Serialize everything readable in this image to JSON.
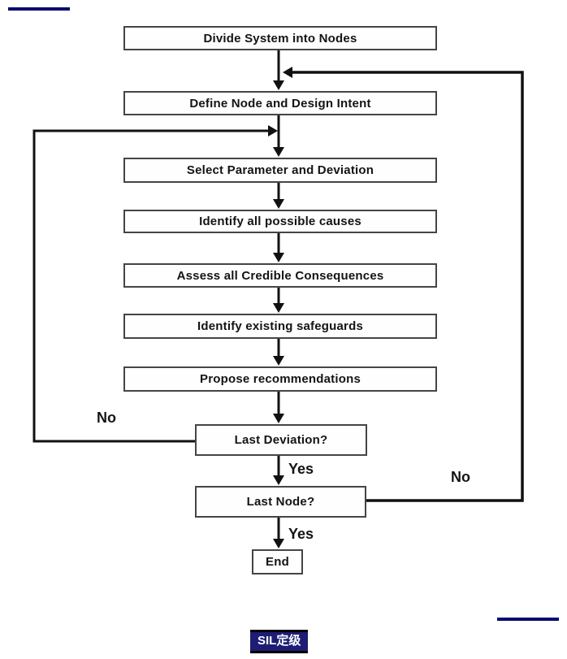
{
  "flowchart": {
    "boxes": [
      {
        "id": "divide-system",
        "label": "Divide System into Nodes"
      },
      {
        "id": "define-node",
        "label": "Define Node and Design Intent"
      },
      {
        "id": "select-parameter",
        "label": "Select Parameter and Deviation"
      },
      {
        "id": "identify-causes",
        "label": "Identify all possible causes"
      },
      {
        "id": "assess-consequences",
        "label": "Assess all Credible Consequences"
      },
      {
        "id": "identify-safeguards",
        "label": "Identify existing safeguards"
      },
      {
        "id": "propose-recommendations",
        "label": "Propose recommendations"
      },
      {
        "id": "last-deviation",
        "label": "Last Deviation?"
      },
      {
        "id": "last-node",
        "label": "Last Node?"
      },
      {
        "id": "end",
        "label": "End"
      }
    ],
    "edge_labels": {
      "no_last_deviation": "No",
      "yes_last_deviation": "Yes",
      "no_last_node": "No",
      "yes_last_node": "Yes"
    }
  },
  "footer": {
    "badge_label": "SIL定级"
  },
  "colors": {
    "line": "#111111",
    "box_border": "#454545",
    "box_text": "#141414",
    "navy_bar": "#0a0a6e",
    "badge_background": "#1d1d75",
    "badge_text": "#ffffff"
  }
}
